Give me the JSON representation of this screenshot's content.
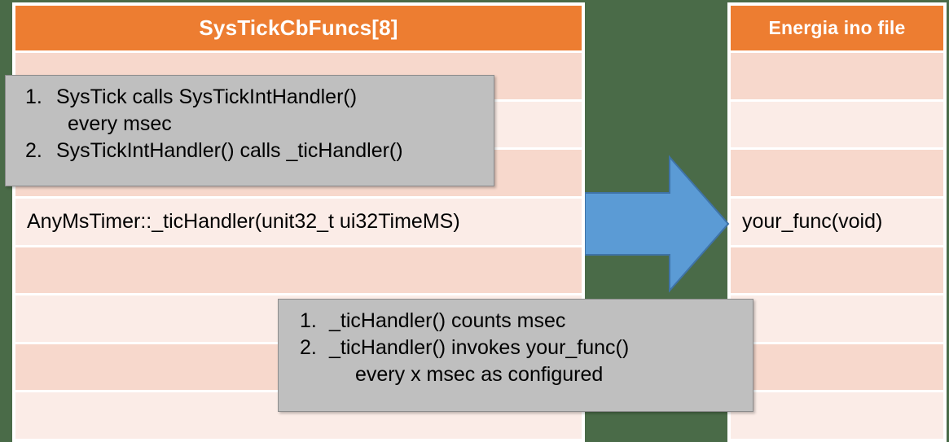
{
  "background_color": "#4a6b48",
  "accent_color": "#ed7d31",
  "row_dark_color": "#f7d8cc",
  "row_light_color": "#fbece7",
  "callout_color": "#bfbfbf",
  "arrow_color": "#5b9bd5",
  "left_table": {
    "header": "SysTickCbFuncs[8]",
    "rows": [
      {
        "shade": "dark",
        "text": ""
      },
      {
        "shade": "light",
        "text": ""
      },
      {
        "shade": "dark",
        "text": ""
      },
      {
        "shade": "light",
        "text": "AnyMsTimer::_ticHandler(unit32_t ui32TimeMS)"
      },
      {
        "shade": "dark",
        "text": ""
      },
      {
        "shade": "light",
        "text": ""
      },
      {
        "shade": "dark",
        "text": ""
      },
      {
        "shade": "light",
        "text": ""
      }
    ]
  },
  "right_table": {
    "header": "Energia ino file",
    "rows": [
      {
        "shade": "dark",
        "text": ""
      },
      {
        "shade": "light",
        "text": ""
      },
      {
        "shade": "dark",
        "text": ""
      },
      {
        "shade": "light",
        "text": "your_func(void)"
      },
      {
        "shade": "dark",
        "text": ""
      },
      {
        "shade": "light",
        "text": ""
      },
      {
        "shade": "dark",
        "text": ""
      },
      {
        "shade": "light",
        "text": ""
      }
    ]
  },
  "arrow": {
    "name": "right-arrow",
    "direction": "right"
  },
  "callout_top": {
    "items": [
      {
        "num": "1.",
        "text": "SysTick calls SysTickIntHandler()",
        "cont": "every  msec"
      },
      {
        "num": "2.",
        "text": "SysTickIntHandler() calls _ticHandler()",
        "cont": ""
      }
    ]
  },
  "callout_bottom": {
    "items": [
      {
        "num": "1.",
        "text": "_ticHandler() counts msec",
        "cont": ""
      },
      {
        "num": "2.",
        "text": "_ticHandler() invokes your_func()",
        "cont": "every x msec as configured"
      }
    ]
  }
}
